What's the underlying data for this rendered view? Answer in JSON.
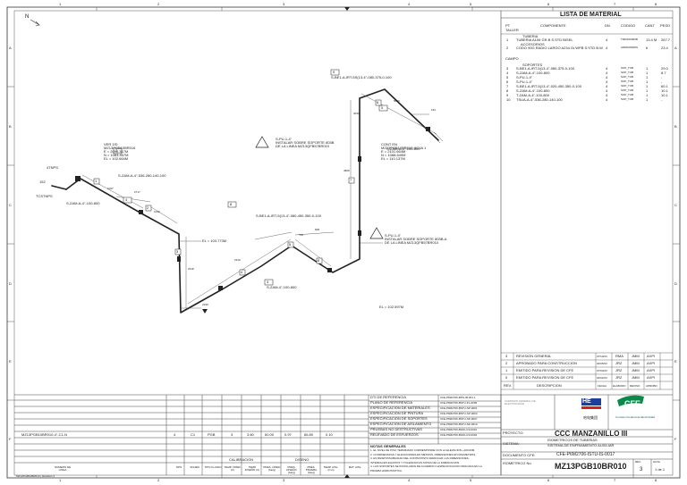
{
  "ruler": {
    "cols": [
      "1",
      "2",
      "3",
      "4",
      "5",
      "6",
      "7",
      "8"
    ],
    "rows": [
      "A",
      "B",
      "C",
      "D",
      "E",
      "F"
    ]
  },
  "drawing": {
    "north": "N",
    "valve_note": {
      "line1": "VER 2/D",
      "line2": "MZ13PGB10BR016",
      "line3": "E = 2098.317M",
      "line4": "N = 1083.457M",
      "line5": "EL = 102.664M"
    },
    "coord_note": {
      "line1": "CONT EN",
      "line2": "MZ13PGB10BR010 HOJA 1",
      "line3": "E = 2101.664M",
      "line4": "N = 1088.649M",
      "line5": "EL = 110.137M"
    },
    "support_note_1": {
      "line1": "S-PU-1-4\"",
      "line2": "INSTALAR SOBRE SOPORTE 803B",
      "line3": "DE LA LINEA MZ13QFB57BR010"
    },
    "support_note_2": {
      "line1": "S-PU-1-4\"",
      "line2": "INSTALAR SOBRE SOPORTE 803B-A",
      "line3": "DE LA LINEA MZ13QFB57BR010"
    },
    "labels": {
      "top_pipe": "S-BE1-A-IRT-5S(13-4\"-080-375-0-100",
      "mid_pipe": "S-BE1-A-IRT-5(13-4\"-080-450-350-0-100",
      "left_tag": "4TNPS",
      "left_dim": "152",
      "left_tag2": "TCSTNPS",
      "s1": "S-ZAM-A-4\"-536-280-140-100",
      "s2": "S-ZAM-A-4\"-100-800",
      "s3": "S-ZAM-4\"-100-800",
      "s4": "S-ZAM-A-4\"-100-800",
      "el1": "EL = 103.773M",
      "el2": "EL = 102.597M",
      "dim1": "162",
      "dim2": "1007",
      "dim3": "2717",
      "dim4": "1040",
      "dim5": "2318",
      "dim6": "2319",
      "dim7": "795",
      "dim8": "4809",
      "dim9": "3030",
      "dim10": "5063",
      "dim11": "608",
      "dim12": "2190",
      "box1": "1",
      "box2": "2",
      "box3": "3",
      "box4": "4",
      "box5": "5",
      "box6": "6",
      "box7": "7",
      "box8": "8",
      "box9": "9",
      "box10": "10",
      "bom1": "9",
      "bom2": "5",
      "bom3": "7",
      "bom4": "8",
      "bom5": "3",
      "bom6": "4"
    }
  },
  "bom": {
    "title": "LISTA DE MATERIAL",
    "headers": [
      "PT",
      "COMPONENTE",
      "DN",
      "CODIGO",
      "CANT",
      "PESO"
    ],
    "header_sub": "TALLER",
    "sec1": "TUBERIA",
    "sec1b": "ACCESORIOS",
    "sec2": "CAMPO",
    "sec3": "SOPORTES",
    "rows": [
      {
        "pt": "1",
        "comp": "TUBERIA A106 GR.B S.STD BISEL",
        "dn": "4",
        "cod": "T000100000B",
        "cant": "13.4 M",
        "peso": "267.7"
      },
      {
        "pt": "2",
        "comp": "CODO 90G RADIO LARGO A234 Gr.WPB S.STD B.W",
        "dn": "4",
        "cod": "A000100000S",
        "cant": "6",
        "peso": "23.4"
      },
      {
        "pt": "3",
        "comp": "S-BE1-A-IRT-5(13-4\"-080-375-0-100",
        "dn": "4",
        "cod": "SOP_TUB",
        "cant": "1",
        "peso": "29.0"
      },
      {
        "pt": "4",
        "comp": "S-ZAM-A-4\"-100-800",
        "dn": "4",
        "cod": "SOP_TUB",
        "cant": "1",
        "peso": "8.7"
      },
      {
        "pt": "5",
        "comp": "S-PU-1-4\"",
        "dn": "4",
        "cod": "SOP_TUB",
        "cant": "1",
        "peso": "-"
      },
      {
        "pt": "6",
        "comp": "S-PU-1-4\"",
        "dn": "4",
        "cod": "SOP_TUB",
        "cant": "1",
        "peso": "-"
      },
      {
        "pt": "7",
        "comp": "S-BE1-A-IRT-5(13-4\"-020-450-350-0-100",
        "dn": "4",
        "cod": "SOP_TUB",
        "cant": "1",
        "peso": "60.1"
      },
      {
        "pt": "8",
        "comp": "S-ZAM-A-4\"-100-800",
        "dn": "4",
        "cod": "SOP_TUB",
        "cant": "1",
        "peso": "10.1"
      },
      {
        "pt": "9",
        "comp": "T-ZAM-A-4\"-100-800",
        "dn": "4",
        "cod": "SOP_TUB",
        "cant": "1",
        "peso": "10.1"
      },
      {
        "pt": "10",
        "comp": "TSUA-A-4\"-536-280-140-100",
        "dn": "4",
        "cod": "SOP_TUB",
        "cant": "1",
        "peso": "-"
      }
    ]
  },
  "revisions": {
    "rows": [
      {
        "rev": "3",
        "desc": "REVISION GENERAL",
        "fecha": "07/10/24",
        "por": "RMA",
        "rev2": "JMM",
        "apr": "AXPI"
      },
      {
        "rev": "2",
        "desc": "APROBADO PARA CONSTRUCCION",
        "fecha": "02/05/23",
        "por": "JRZ",
        "rev2": "JMM",
        "apr": "AXPI"
      },
      {
        "rev": "1",
        "desc": "EMITIDO PARA REVISION DE CFE",
        "fecha": "07/03/23",
        "por": "JRZ",
        "rev2": "JMM",
        "apr": "AXPI"
      },
      {
        "rev": "0",
        "desc": "EMITIDO PARA REVISION DE CFE",
        "fecha": "02/02/23",
        "por": "JRZ",
        "rev2": "JMM",
        "apr": "AXPI"
      }
    ],
    "headers": [
      "REV.",
      "DESCRIPCION",
      "FECHA",
      "ELABORO",
      "REVISO",
      "APROBO"
    ]
  },
  "references": {
    "rows": [
      {
        "label": "DTI DE REFERENCIA",
        "value": "CFE-P6M2706-BPG-IB-001.1"
      },
      {
        "label": "PLANO DE REFERENCIA",
        "value": "CFE-P6M2706-BSTU-PL-0009"
      },
      {
        "label": "ESPECIFICACION DE MATERIALES",
        "value": "CFE-P6M2706-BSTU-SP-0001"
      },
      {
        "label": "ESPECIFICACION DE PINTURA",
        "value": "CFE-P6M2706-BSTU-SP-0004"
      },
      {
        "label": "ESPECIFICACION DE SOPORTES",
        "value": "CFE-P6M2706-BSTU-SP-0007"
      },
      {
        "label": "ESPECIFICACION DE AISLAMIENTO",
        "value": "CFE-P6M2706-BSTU-SP-0010"
      },
      {
        "label": "PRUEBAS NO DESTRUCTIVAS",
        "value": "CFE-P6M2706-BGNU-NI-0001"
      },
      {
        "label": "RELEVADO DE ESFUERZOS",
        "value": "CFE-P6M2706-BGNU-NI-0004"
      }
    ],
    "notes_title": "NOTAS GENERALES",
    "notes": [
      "1. EL NIVEL DE PISO TERMINADO CORRESPONDE CON LA ELEVACION +100.00M.",
      "2. COORDENADAS Y ELEVACIONES EN METROS, DIMENSIONES EN MILIMETROS.",
      "3. ES RESPONSABILIDAD DEL CONTRATISTA VERIFICAR LAS DIMENSIONES,",
      "   INTERFACES EQUIPOS Y TOLERANCIAS ANTES DE LA FABRICACION.",
      "4. LOS SOPORTES SE INSTALARAN DE ACUERDO A ESPECIFICACION INDICADA EN LA",
      "   PRUEBA HIDROSTATICA."
    ]
  },
  "linetable": {
    "headers": [
      "NUMERO DE LINEA",
      "NPS",
      "SCHED.",
      "TIPO FLUIDO",
      "TEMP. OPER. (C)",
      "TEMP. DISEÑO (C)",
      "PRES. OPER. (barg)",
      "PRES. DISEÑO (barg)",
      "PRES. PRUEBA (barg)",
      "TEMP. AISL. (mm)",
      "MAT. AISL.",
      "PINTURA",
      "TIPO PRUEBA (barg)"
    ],
    "row": {
      "line": "MZ13PGB10BR010-4\"-C1-N",
      "nps": "4",
      "sch": "C1",
      "fluid": "PGB",
      "t1": "3",
      "t2": "3.60",
      "p1": "60.00",
      "p2": "0.97",
      "p3": "66.80",
      "p4": "0.10"
    },
    "sub": [
      "CALIBRACION",
      "DISENO"
    ]
  },
  "title_block": {
    "client_small": "COMISION FEDERAL DE ELECTRICIDAD",
    "cfe_logo": "CFE",
    "cfe_sub": "Comision Federal de Electricidad",
    "he_logo": "HE",
    "he_sub": "哈电集团",
    "proyecto_label": "PROYECTO:",
    "proyecto": "CCC MANZANILLO III",
    "sistema_label": "SISTEMA:",
    "sistema1": "ISOMETRICOS DE TUBERIAS",
    "sistema2": "SISTEMA DE ENFRIAMIENTO AUXILIAR",
    "doc_label": "DOCUMENTO CFE:",
    "doc": "CFE-P6M2706-ISTU-IS-0017",
    "iso_label": "ISOMETRICO No.",
    "iso": "MZ13PGB10BR010",
    "rev_label": "REV.",
    "rev": "3",
    "hoja_label": "HOJA",
    "hoja": "1 de 1",
    "footer": "MZ13PGB10BR010 | Revision 3"
  },
  "colors": {
    "line": "#333333",
    "pipe": "#222222",
    "accent_red": "#cc2222",
    "cfe_green": "#006f3a"
  }
}
